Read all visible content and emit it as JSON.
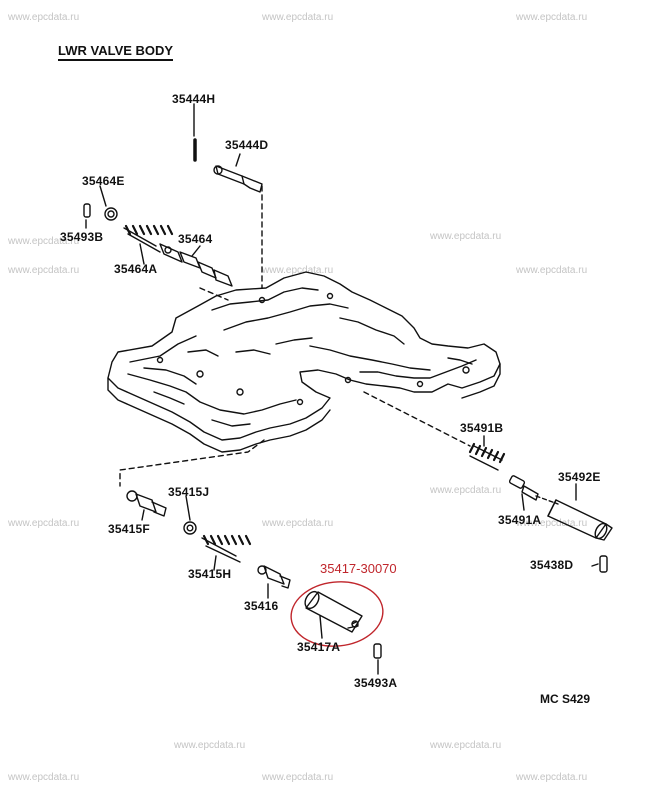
{
  "diagram": {
    "title": "LWR VALVE BODY",
    "watermark": "www.epcdata.ru",
    "highlight": {
      "part_number": "35417-30070",
      "color": "#c0262c"
    },
    "figure_code": "MC  S429",
    "part_labels": [
      "35444H",
      "35444D",
      "35464E",
      "35493B",
      "35464",
      "35464A",
      "35491B",
      "35492E",
      "35491A",
      "35438D",
      "35415J",
      "35415F",
      "35415H",
      "35416",
      "35417A",
      "35493A"
    ]
  }
}
